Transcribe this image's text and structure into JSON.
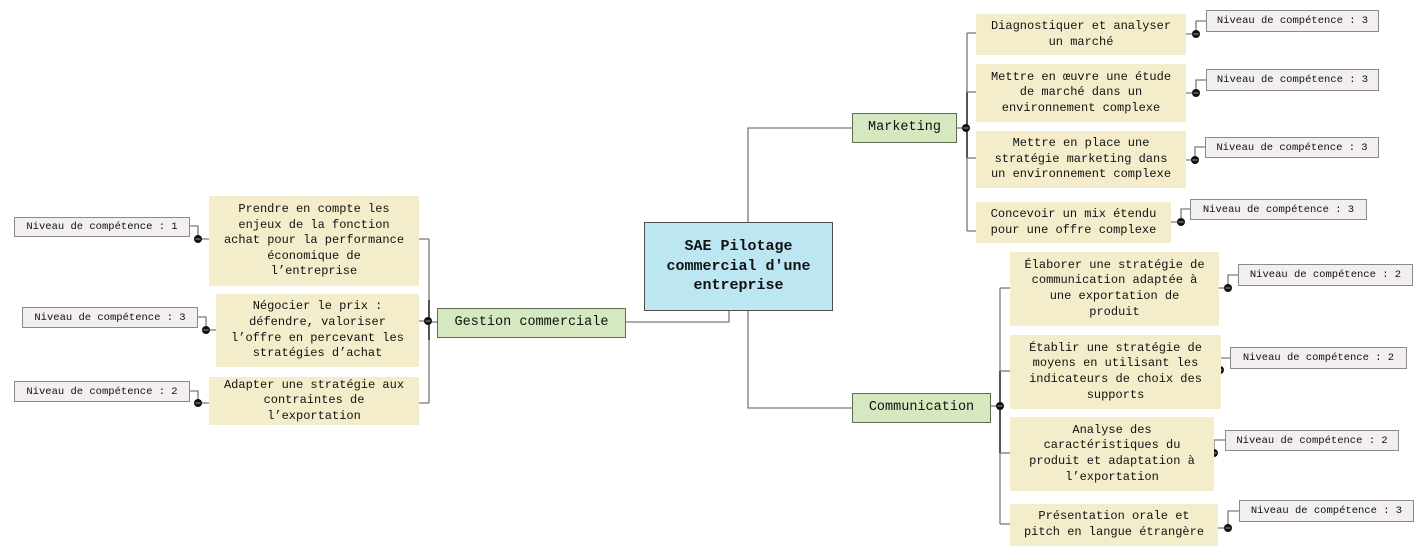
{
  "mindmap": {
    "root": {
      "label": "SAE Pilotage commercial d'une entreprise"
    },
    "branches": [
      {
        "label": "Gestion commerciale",
        "children": [
          {
            "label": "Prendre en compte les enjeux de la fonction achat pour la performance économique de l’entreprise",
            "level": "Niveau de compétence : 1"
          },
          {
            "label": "Négocier le prix : défendre, valoriser l’offre en percevant les stratégies d’achat",
            "level": "Niveau de compétence : 3"
          },
          {
            "label": "Adapter une stratégie aux contraintes de l’exportation",
            "level": "Niveau de compétence : 2"
          }
        ]
      },
      {
        "label": "Marketing",
        "children": [
          {
            "label": "Diagnostiquer et analyser un marché",
            "level": "Niveau de compétence : 3"
          },
          {
            "label": "Mettre en œuvre une étude de marché dans un environnement complexe",
            "level": "Niveau de compétence : 3"
          },
          {
            "label": "Mettre en place une stratégie marketing dans un environnement complexe",
            "level": "Niveau de compétence : 3"
          },
          {
            "label": "Concevoir un mix étendu pour une offre complexe",
            "level": "Niveau de compétence : 3"
          }
        ]
      },
      {
        "label": "Communication",
        "children": [
          {
            "label": "Élaborer une stratégie de communication adaptée à une exportation de produit",
            "level": "Niveau de compétence : 2"
          },
          {
            "label": "Établir une stratégie de moyens en utilisant les indicateurs de choix des supports",
            "level": "Niveau de compétence : 2"
          },
          {
            "label": "Analyse des caractéristiques du produit et adaptation à l’exportation",
            "level": "Niveau de compétence : 2"
          },
          {
            "label": "Présentation orale et pitch en langue étrangère",
            "level": "Niveau de compétence : 3"
          }
        ]
      }
    ]
  },
  "icons": {
    "collapse_toggle": "minus-circle-icon"
  },
  "colors": {
    "root_fill": "#bde6f3",
    "branch_fill": "#d5e8c0",
    "leaf_fill": "#f3edcb",
    "level_fill": "#f2eef2",
    "connector": "#7a7a7a",
    "connector_dark": "#333333"
  }
}
